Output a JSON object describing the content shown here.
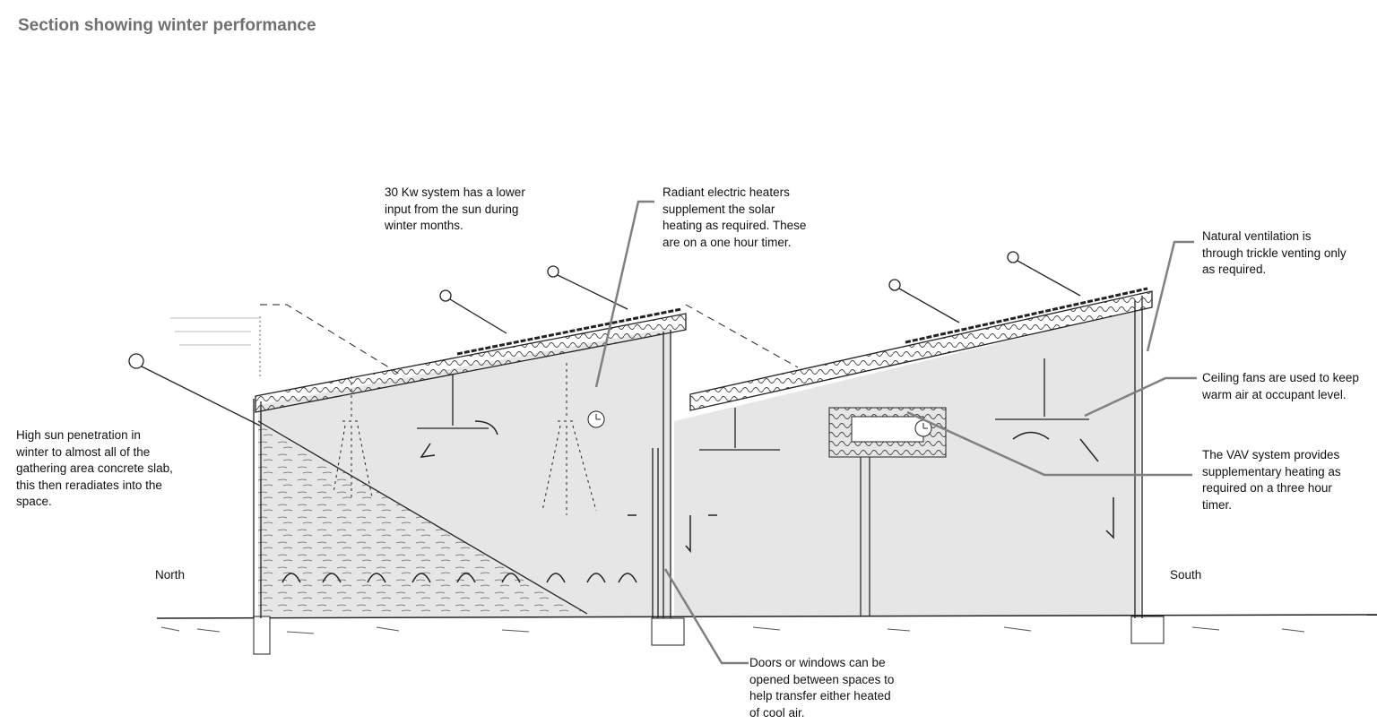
{
  "title": "Section showing winter performance",
  "labels": {
    "north": "North",
    "south": "South"
  },
  "annotations": {
    "solar_system": "30 Kw system has a lower\ninput from the sun during\nwinter months.",
    "radiant_heaters": "Radiant electric heaters\nsupplement the solar\nheating as required.  These\nare on a one hour timer.",
    "natural_ventilation": "Natural ventilation is\nthrough trickle venting only\nas required.",
    "ceiling_fans": "Ceiling fans are used to keep\nwarm air at occupant level.",
    "vav_system": "The VAV system provides\nsupplementary heating as\nrequired on a three hour\ntimer.",
    "sun_penetration": "High sun penetration in\nwinter to almost all of the\ngathering area concrete slab,\nthis then reradiates into the\nspace.",
    "doors_windows": "Doors or windows can be\nopened between spaces to\nhelp transfer either heated\nof cool air."
  },
  "colors": {
    "interior": "#e6e6e6",
    "leader": "#808080",
    "ink": "#222222",
    "title": "#707070"
  }
}
